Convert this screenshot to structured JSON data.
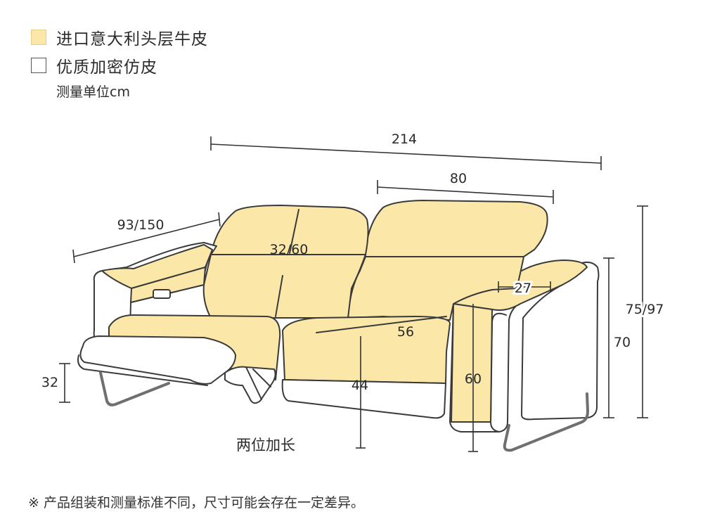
{
  "legend": {
    "leather_label": "进口意大利头层牛皮",
    "leather_color": "#fbe8a9",
    "faux_label": "优质加密仿皮",
    "faux_color": "#ffffff",
    "unit": "测量单位cm"
  },
  "colors": {
    "stroke": "#3a3a3a",
    "fabric": "#fbe8a9",
    "frame": "#ffffff"
  },
  "dimensions": {
    "total_width": "214",
    "seat_width": "80",
    "depth": "93/150",
    "backrest": "32/60",
    "arm_width": "27",
    "seat_depth": "56",
    "seat_height": "44",
    "arm_height": "60",
    "back_height": "70",
    "total_height": "75/97",
    "footrest_height": "32"
  },
  "caption": "两位加长",
  "footnote": "※ 产品组装和测量标准不同，尺寸可能会存在一定差异。"
}
